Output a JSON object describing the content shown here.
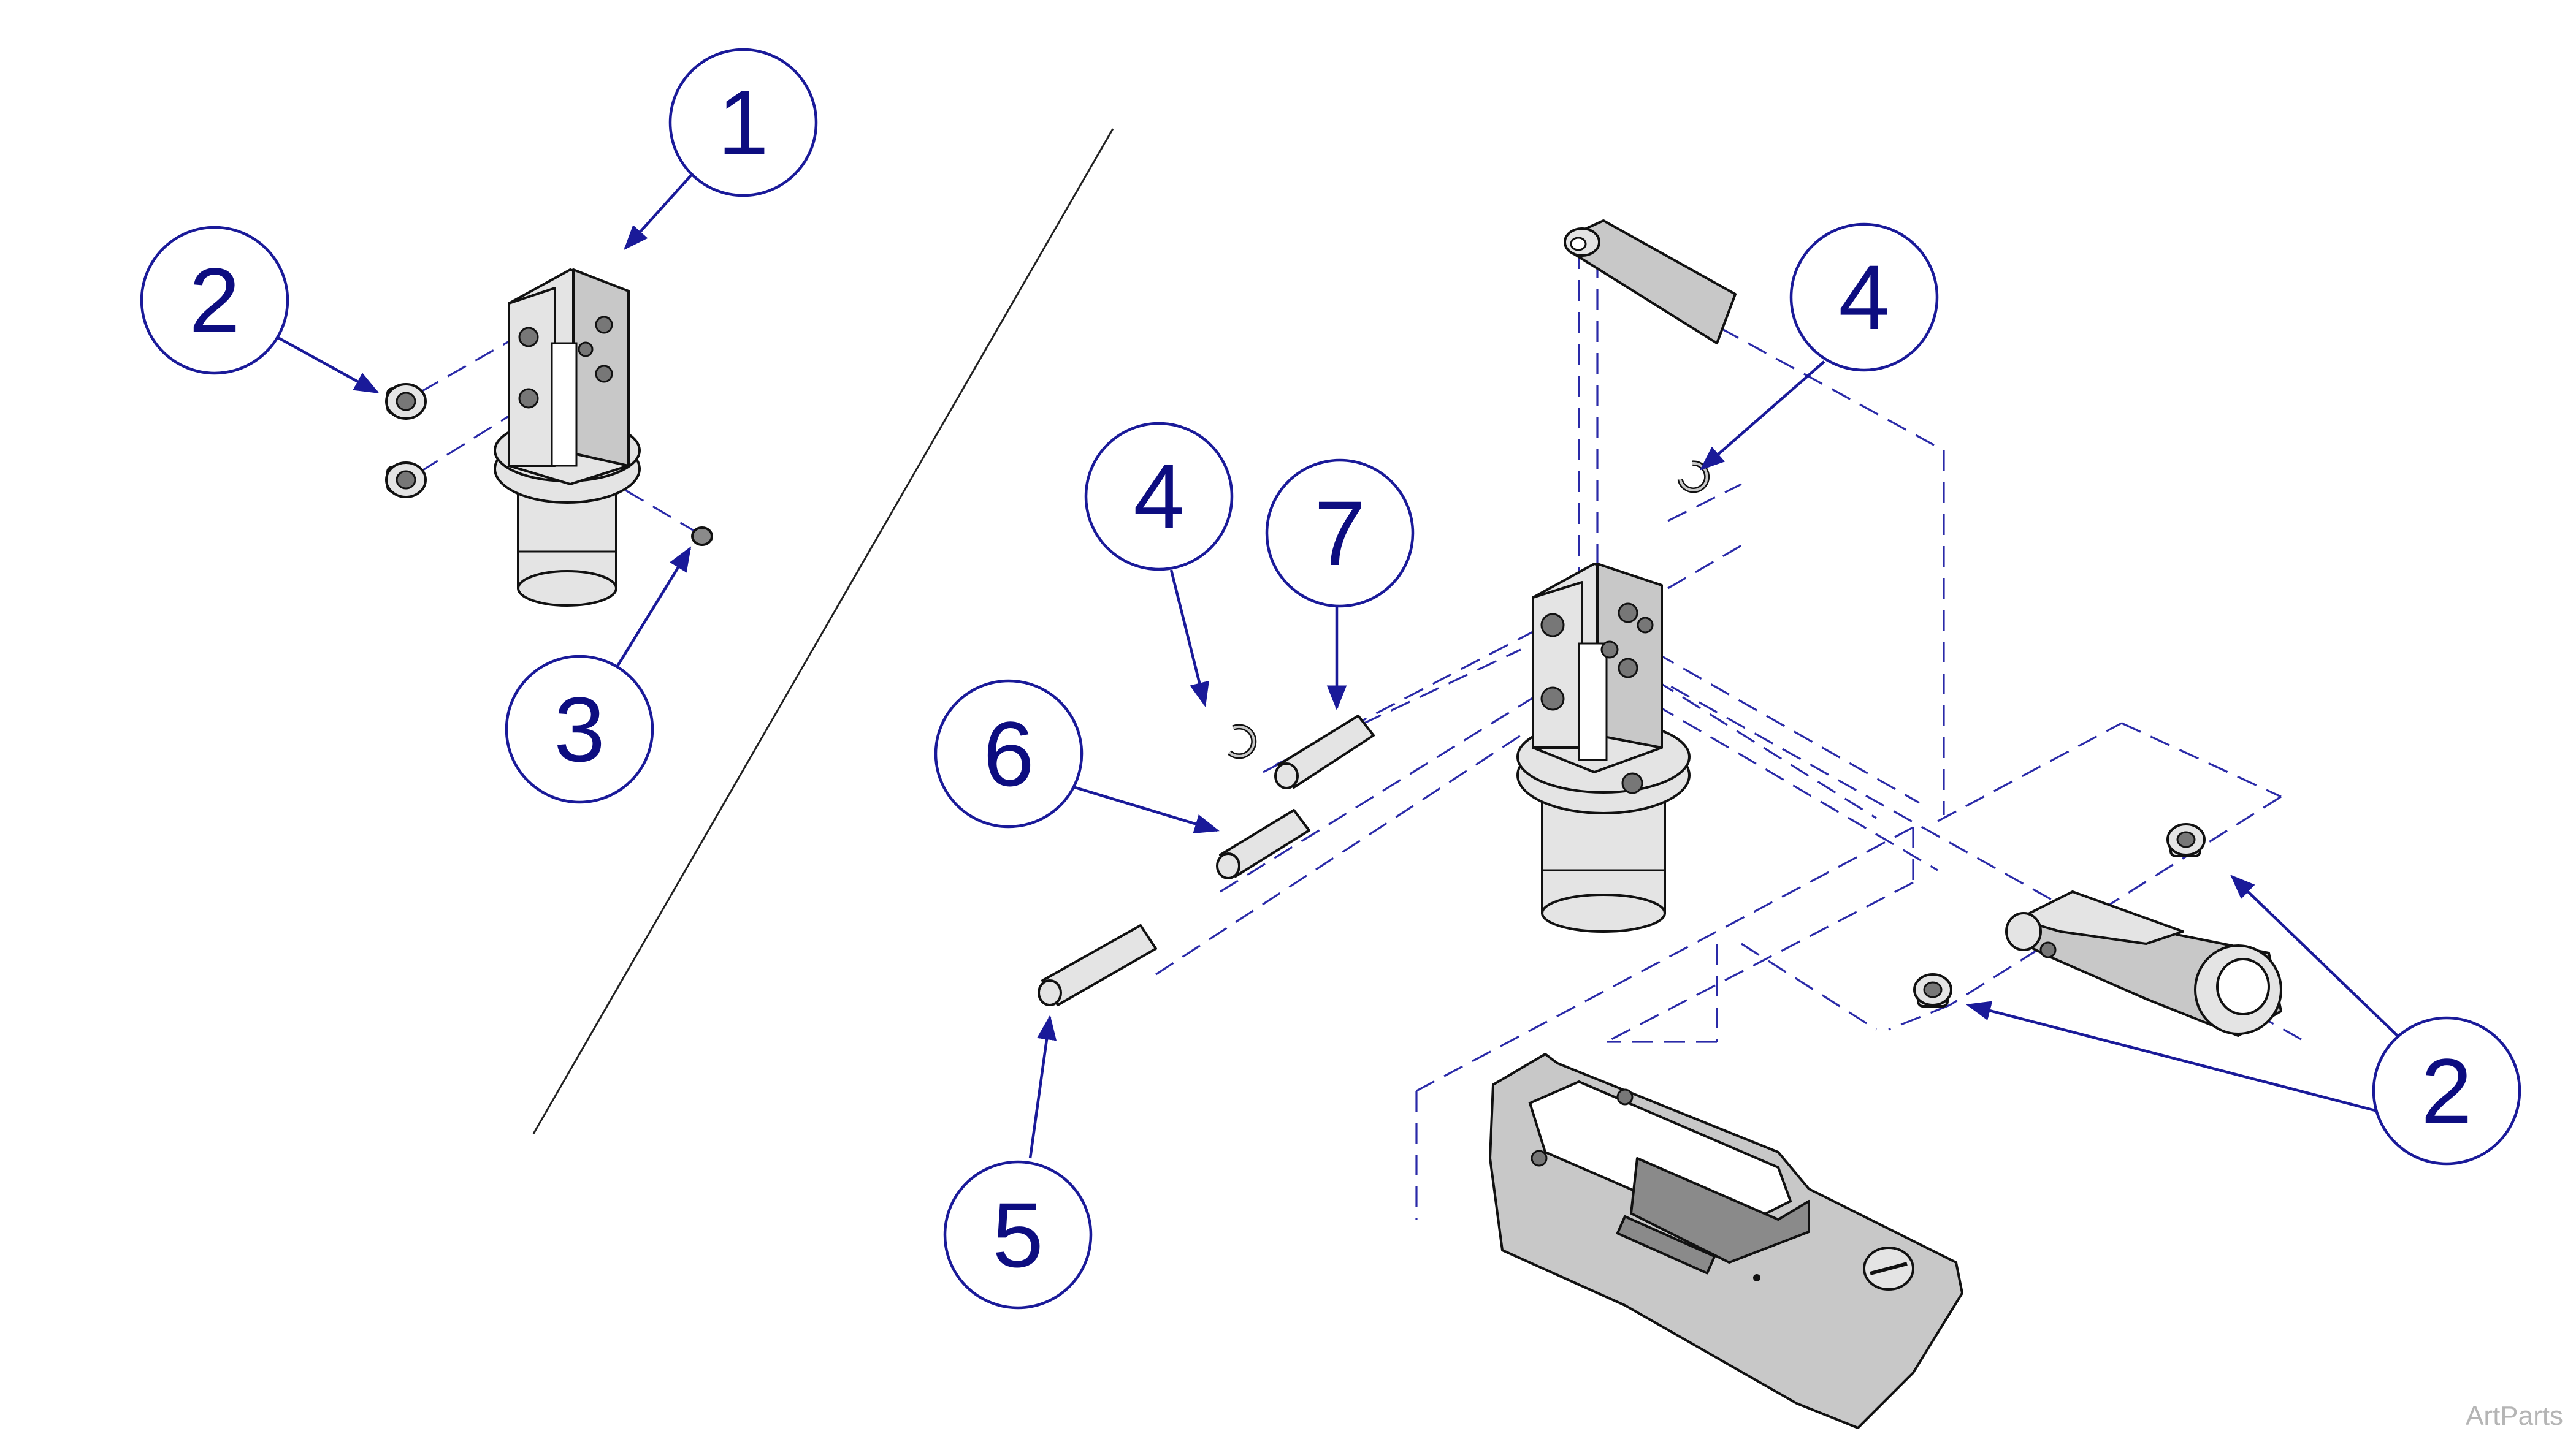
{
  "colors": {
    "callout_stroke": "#1a1a99",
    "callout_text": "#0d0d80",
    "dash_line": "#2a2aa8",
    "part_fill": "#c8c8c8",
    "watermark": "#b5b5b5"
  },
  "callouts": [
    {
      "id": "c1",
      "label": "1"
    },
    {
      "id": "c2a",
      "label": "2"
    },
    {
      "id": "c3",
      "label": "3"
    },
    {
      "id": "c4a",
      "label": "4"
    },
    {
      "id": "c7",
      "label": "7"
    },
    {
      "id": "c4b",
      "label": "4"
    },
    {
      "id": "c6",
      "label": "6"
    },
    {
      "id": "c5",
      "label": "5"
    },
    {
      "id": "c2b",
      "label": "2"
    }
  ],
  "watermark": "ArtParts"
}
